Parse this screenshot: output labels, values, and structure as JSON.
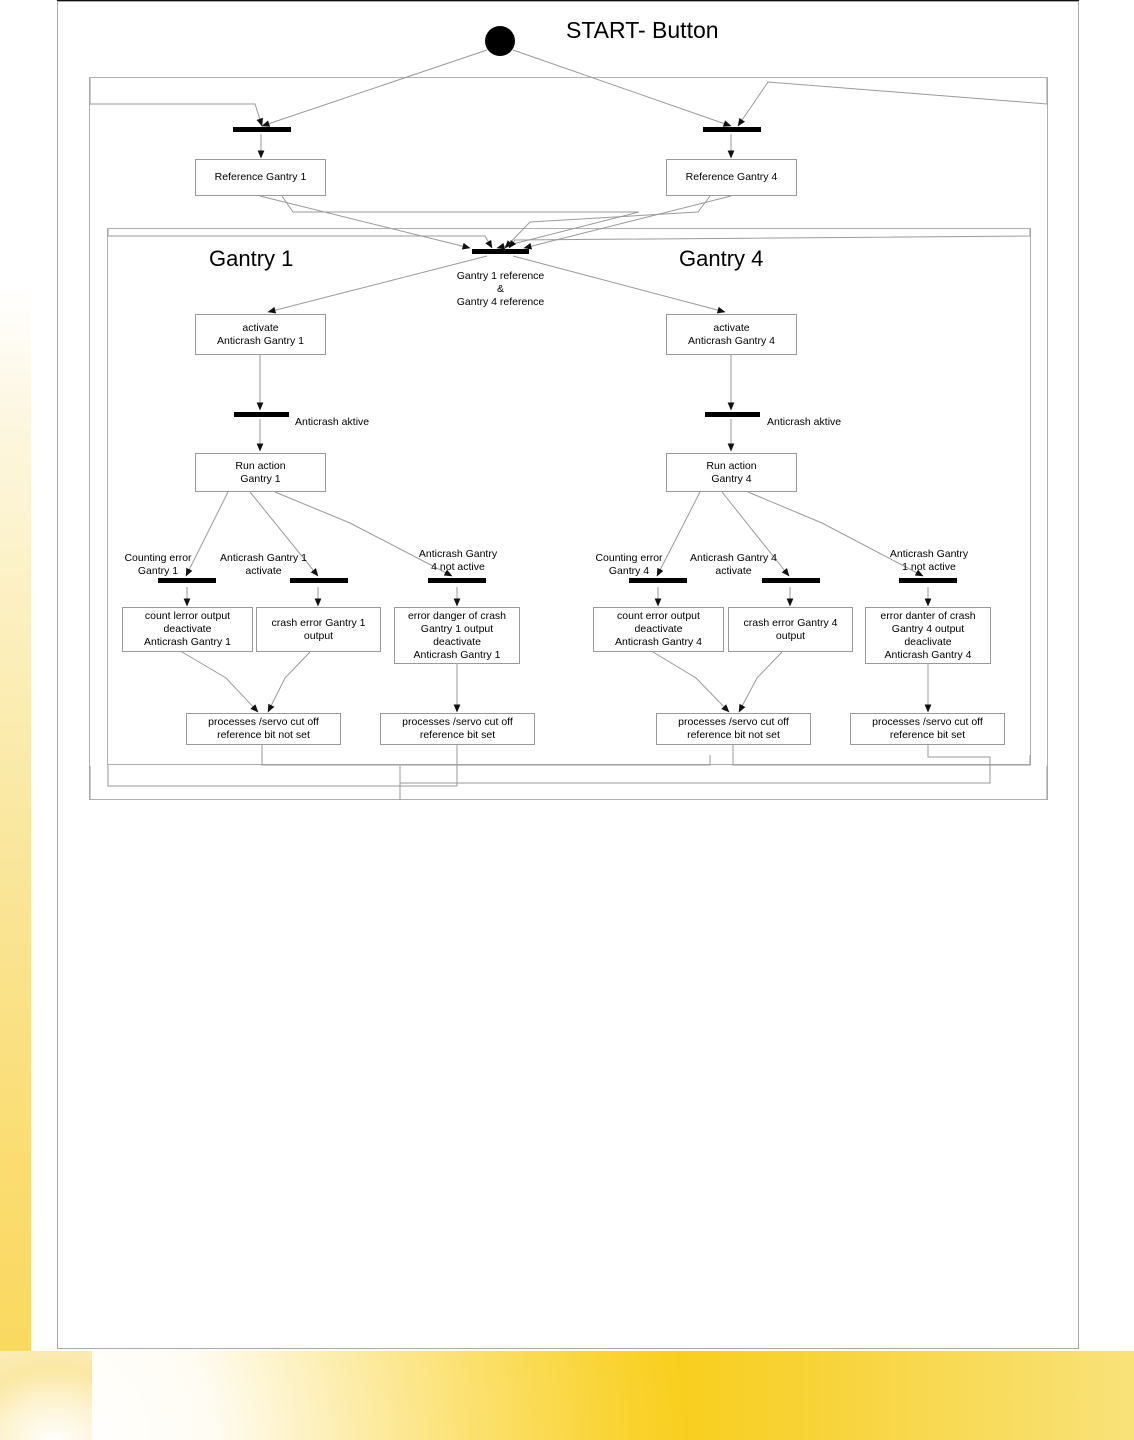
{
  "diagram": {
    "title": "START- Button",
    "swimlanes": [
      {
        "name": "gantry-1",
        "label": "Gantry 1"
      },
      {
        "name": "gantry-4",
        "label": "Gantry 4"
      }
    ],
    "nodes": {
      "start": {
        "label": "",
        "icon": "start-node-filled-circle"
      },
      "reference_gantry_1": {
        "label": "Reference Gantry 1"
      },
      "reference_gantry_4": {
        "label": "Reference Gantry 4"
      },
      "activate_anticrash_1": {
        "label": "activate\nAnticrash Gantry 1"
      },
      "activate_anticrash_4": {
        "label": "activate\nAnticrash Gantry 4"
      },
      "run_action_1": {
        "label": "Run action\nGantry 1"
      },
      "run_action_4": {
        "label": "Run action\nGantry 4"
      },
      "count_error_1": {
        "label": "count lerror output\ndeactivate\nAnticrash Gantry 1"
      },
      "crash_error_1": {
        "label": "crash error Gantry 1\noutput"
      },
      "danger_crash_1": {
        "label": "error danger of crash\nGantry 1 output\ndeactivate\nAnticrash Gantry 1"
      },
      "count_error_4": {
        "label": "count error output\ndeactivate\nAnticrash Gantry 4"
      },
      "crash_error_4": {
        "label": "crash error Gantry 4\noutput"
      },
      "danger_crash_4": {
        "label": "error danter of crash\nGantry 4 output\ndeaclivate\nAnticrash Gantry 4"
      },
      "cutoff_1_not_set": {
        "label": "processes /servo cut off\nreference bit not set"
      },
      "cutoff_1_set": {
        "label": "processes /servo cut off\nreference bit set"
      },
      "cutoff_4_not_set": {
        "label": "processes /servo cut off\nreference bit not set"
      },
      "cutoff_4_set": {
        "label": "processes /servo cut off\nreference bit set"
      }
    },
    "edge_labels": {
      "join_reference": "Gantry 1 reference\n&\nGantry 4 reference",
      "anticrash_active_1": "Anticrash aktive",
      "anticrash_active_4": "Anticrash aktive",
      "counting_error_1": "Counting error\nGantry 1",
      "anticrash_activate_1": "Anticrash Gantry 1\nactivate",
      "anticrash_4_not_active": "Anticrash Gantry\n4 not active",
      "counting_error_4": "Counting error\nGantry 4",
      "anticrash_activate_4": "Anticrash Gantry 4\nactivate",
      "anticrash_1_not_active": "Anticrash Gantry\n1 not active"
    },
    "colors": {
      "line": "#9a9a9a",
      "bar": "#000000",
      "accent_band": "#f8c800",
      "text": "#000000",
      "background": "#ffffff"
    }
  }
}
